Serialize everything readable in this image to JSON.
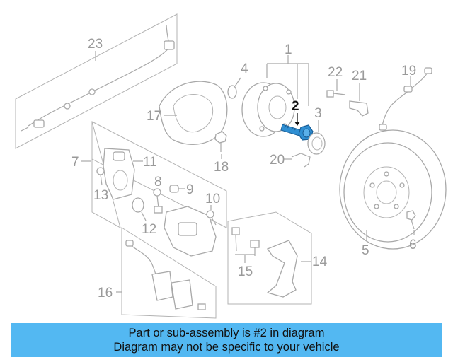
{
  "diagram": {
    "callouts": {
      "c1": "1",
      "c2": "2",
      "c3": "3",
      "c4": "4",
      "c5": "5",
      "c6": "6",
      "c7": "7",
      "c8": "8",
      "c9": "9",
      "c10": "10",
      "c11": "11",
      "c12": "12",
      "c13": "13",
      "c14": "14",
      "c15": "15",
      "c16": "16",
      "c17": "17",
      "c18": "18",
      "c19": "19",
      "c20": "20",
      "c21": "21",
      "c22": "22",
      "c23": "23"
    },
    "highlighted_part": "2",
    "colors": {
      "highlight_part": "#2f8fd3",
      "line_art": "#a8a8a8",
      "banner": "#53b8f2"
    }
  },
  "banner": {
    "line1": "Part or sub-assembly is #2 in diagram",
    "line2": "Diagram may not be specific to your vehicle"
  }
}
